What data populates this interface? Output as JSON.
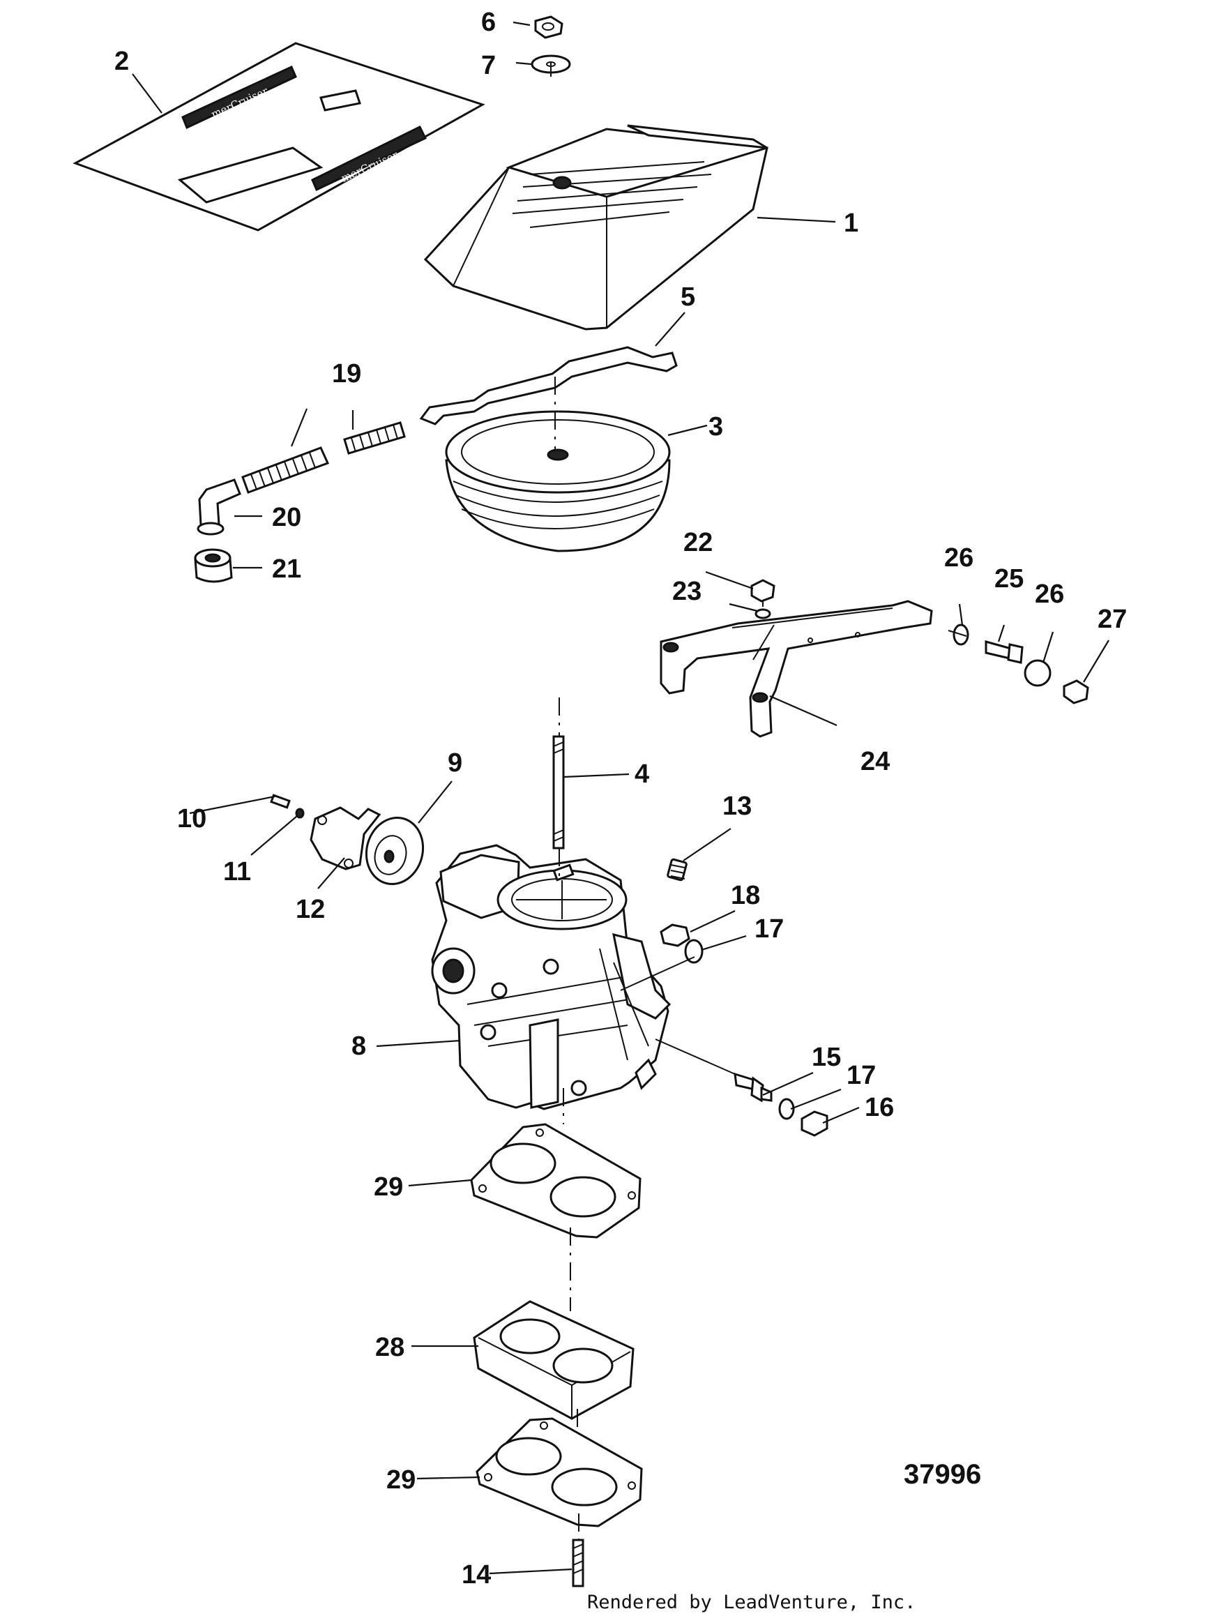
{
  "callouts": [
    {
      "id": "1",
      "text": "1"
    },
    {
      "id": "2",
      "text": "2"
    },
    {
      "id": "3",
      "text": "3"
    },
    {
      "id": "4",
      "text": "4"
    },
    {
      "id": "5",
      "text": "5"
    },
    {
      "id": "6",
      "text": "6"
    },
    {
      "id": "7",
      "text": "7"
    },
    {
      "id": "8",
      "text": "8"
    },
    {
      "id": "9",
      "text": "9"
    },
    {
      "id": "10",
      "text": "10"
    },
    {
      "id": "11",
      "text": "11"
    },
    {
      "id": "12",
      "text": "12"
    },
    {
      "id": "13",
      "text": "13"
    },
    {
      "id": "14",
      "text": "14"
    },
    {
      "id": "15",
      "text": "15"
    },
    {
      "id": "16",
      "text": "16"
    },
    {
      "id": "17a",
      "text": "17"
    },
    {
      "id": "17b",
      "text": "17"
    },
    {
      "id": "18",
      "text": "18"
    },
    {
      "id": "19",
      "text": "19"
    },
    {
      "id": "20",
      "text": "20"
    },
    {
      "id": "21",
      "text": "21"
    },
    {
      "id": "22",
      "text": "22"
    },
    {
      "id": "23",
      "text": "23"
    },
    {
      "id": "24",
      "text": "24"
    },
    {
      "id": "25",
      "text": "25"
    },
    {
      "id": "26a",
      "text": "26"
    },
    {
      "id": "26b",
      "text": "26"
    },
    {
      "id": "27",
      "text": "27"
    },
    {
      "id": "28",
      "text": "28"
    },
    {
      "id": "29a",
      "text": "29"
    },
    {
      "id": "29b",
      "text": "29"
    }
  ],
  "decal_text": "merCruiser",
  "diagram_number": "37996",
  "credit": "Rendered by LeadVenture, Inc.",
  "colors": {
    "ink": "#111111",
    "paper": "#ffffff"
  }
}
